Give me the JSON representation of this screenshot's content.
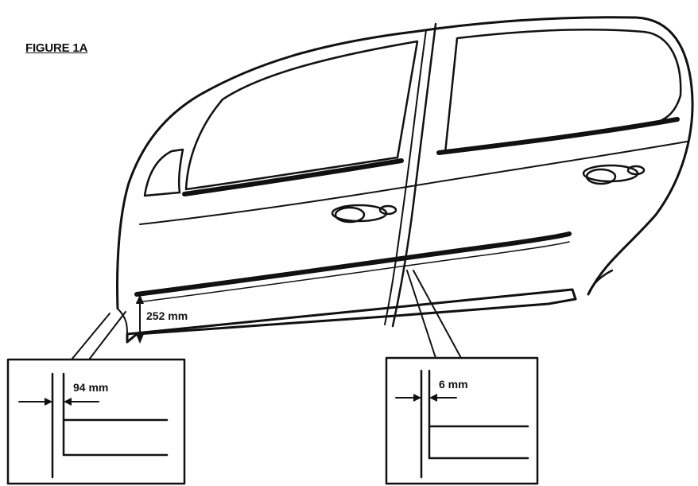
{
  "figure": {
    "title": "FIGURE 1A"
  },
  "dimensions": {
    "molding_height": "252 mm",
    "front_offset": "94 mm",
    "rear_offset": "6 mm"
  }
}
